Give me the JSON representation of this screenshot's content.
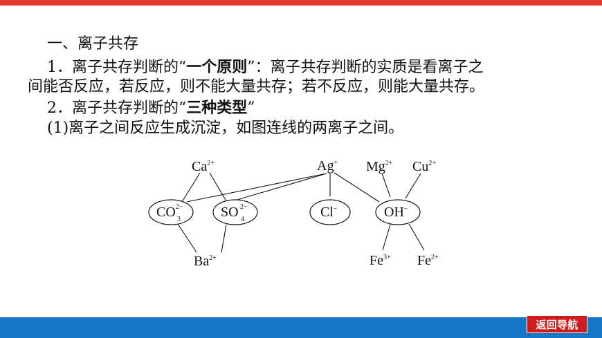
{
  "slide": {
    "section_heading": "一、离子共存",
    "para1_prefix": "1．离子共存判断的“",
    "para1_bold": "一个原则",
    "para1_suffix": "”：离子共存判断的实质是看离子之",
    "para1_line2": "间能否反应，若反应，则不能大量共存；若不反应，则能大量共存。",
    "para2_prefix": "2．离子共存判断的“",
    "para2_bold": "三种类型",
    "para2_suffix": "”",
    "para3": "(1)离子之间反应生成沉淀，如图连线的两离子之间。",
    "nav_button": "返回导航"
  },
  "diagram": {
    "ions": {
      "ca": {
        "base": "Ca",
        "sup": "2+"
      },
      "ag": {
        "base": "Ag",
        "sup": "+"
      },
      "mg": {
        "base": "Mg",
        "sup": "2+"
      },
      "cu": {
        "base": "Cu",
        "sup": "2+"
      },
      "co3": {
        "base": "CO",
        "sub": "3",
        "sup": "2−"
      },
      "so4": {
        "base": "SO",
        "sub": "4",
        "sup": "2−"
      },
      "cl": {
        "base": "Cl",
        "sup": "−"
      },
      "oh": {
        "base": "OH",
        "sup": "−"
      },
      "ba": {
        "base": "Ba",
        "sup": "2+"
      },
      "fe3": {
        "base": "Fe",
        "sup": "3+"
      },
      "fe2": {
        "base": "Fe",
        "sup": "2+"
      }
    }
  },
  "colors": {
    "top_bar": "#e53b2e",
    "bottom_bar": "#1677c8",
    "button": "#cf1c1c"
  }
}
